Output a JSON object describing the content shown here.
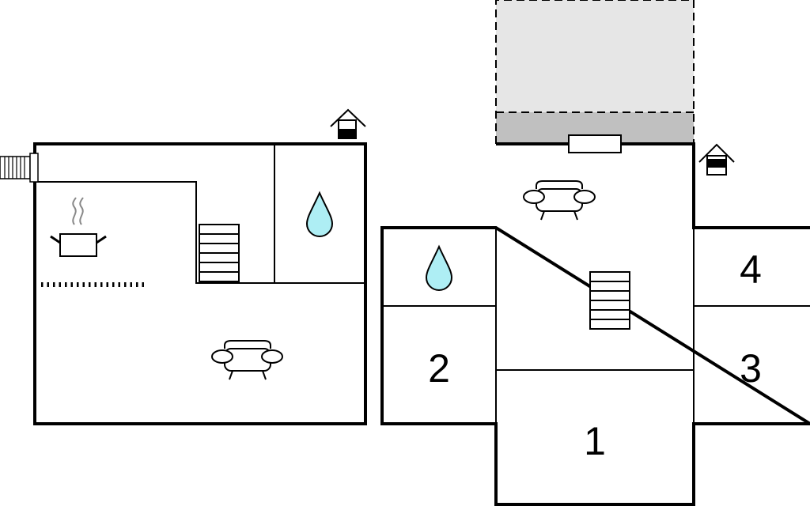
{
  "floors": [
    {
      "name": "ground-floor",
      "icons": [
        "fireplace-icon",
        "house-entrance-icon",
        "cooking-pot-icon",
        "staircase-icon",
        "water-drop-icon",
        "sofa-icon",
        "kitchen-counter-icon"
      ]
    },
    {
      "name": "upper-floor",
      "icons": [
        "house-entrance-icon",
        "sofa-icon",
        "staircase-icon",
        "water-drop-icon",
        "window-icon"
      ],
      "terrace": {
        "covered_color": "#c0c0c0",
        "open_color": "#e6e6e6"
      },
      "rooms": [
        {
          "number": "1"
        },
        {
          "number": "2"
        },
        {
          "number": "3"
        },
        {
          "number": "4"
        }
      ]
    }
  ],
  "colors": {
    "wall": "#000000",
    "background": "#ffffff",
    "water": "#aeeef4",
    "entrance_fill": "#000000"
  }
}
